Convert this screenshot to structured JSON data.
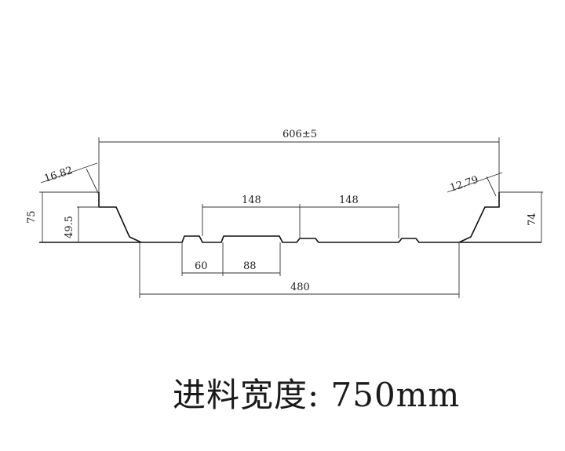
{
  "dimensions": {
    "overall_width": "606±5",
    "left_angle": "16.82",
    "right_angle": "12.79",
    "left_height": "75",
    "left_inner_height": "49.5",
    "right_height": "74",
    "rib_spacing_1": "148",
    "rib_spacing_2": "148",
    "bottom_60": "60",
    "bottom_88": "88",
    "bottom_480": "480"
  },
  "caption": "进料宽度: 750mm"
}
